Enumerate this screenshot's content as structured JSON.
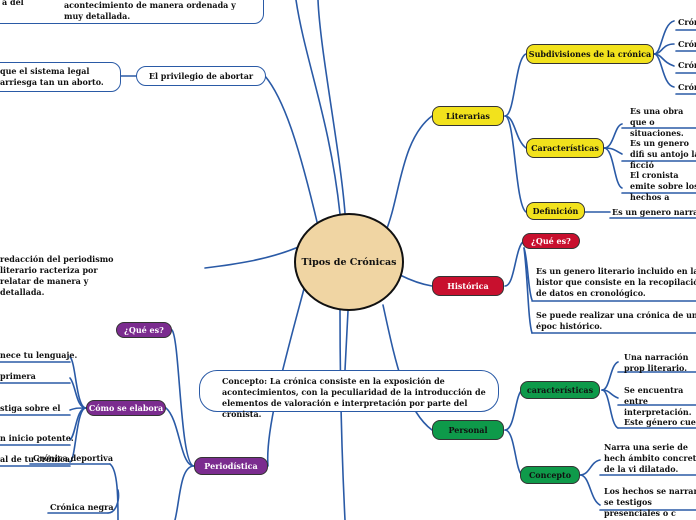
{
  "central": "Tipos de Crónicas",
  "left": {
    "top_text_1": "a del",
    "top_text_2": "acontecimiento de manera ordenada y muy detallada.",
    "sistema_legal": "que el sistema legal arriesga tan un aborto.",
    "privilegio": "El privilegio de abortar",
    "redaccion": "redacción del periodismo literario racteriza por relatar de manera y detallada."
  },
  "literarias": {
    "label": "Literarias",
    "subdivisiones": {
      "label": "Subdivisiones de la crónica",
      "items": [
        "Crón",
        "Crón",
        "Crón",
        "Crón"
      ]
    },
    "caracteristicas": {
      "label": "Características",
      "items": [
        "Es una obra que o situaciones.",
        "Es un genero difi su antojo la ficció",
        "El cronista emite sobre los hechos a"
      ]
    },
    "definicion": {
      "label": "Definición",
      "text": "Es un genero narrativ"
    }
  },
  "historica": {
    "label": "Histórica",
    "que_es": "¿Qué es?",
    "texts": [
      "Es un genero literario incluido en la histor que consiste en la recopilación de datos en cronológico.",
      "Se puede realizar una crónica de una époc histórico."
    ]
  },
  "concepto_box": "Concepto: La crónica consiste en la exposición de acontecimientos, con la peculiaridad de la introducción de elementos de valoración e interpretación por parte del cronista.",
  "personal": {
    "label": "Personal",
    "caracteristicas": {
      "label": "características",
      "items": [
        "Una narración prop literario.",
        "Se encuentra entre interpretación.",
        "Este género cuenta"
      ]
    },
    "concepto": {
      "label": "Concepto",
      "items": [
        "Narra una serie de hech ámbito concreto de la vi dilatado.",
        "Los hechos se narran se testigos presenciales o c"
      ]
    }
  },
  "periodistica": {
    "label": "Periodística",
    "que_es": "¿Qué es?",
    "como_se_elabora": {
      "label": "Cómo se elabora",
      "items": [
        "nece tu lenguaje.",
        "primera",
        "stiga sobre el",
        "n inicio potente.",
        "al de tu crónica."
      ]
    },
    "tipos": [
      "Crónica deportiva",
      "Crónica negra"
    ]
  },
  "colors": {
    "link": "#2a5aa6",
    "yellow": "#f2e21c",
    "red": "#c8102e",
    "green": "#0e9a4a",
    "purple": "#7b2c8f",
    "center": "#f0d5a3"
  }
}
